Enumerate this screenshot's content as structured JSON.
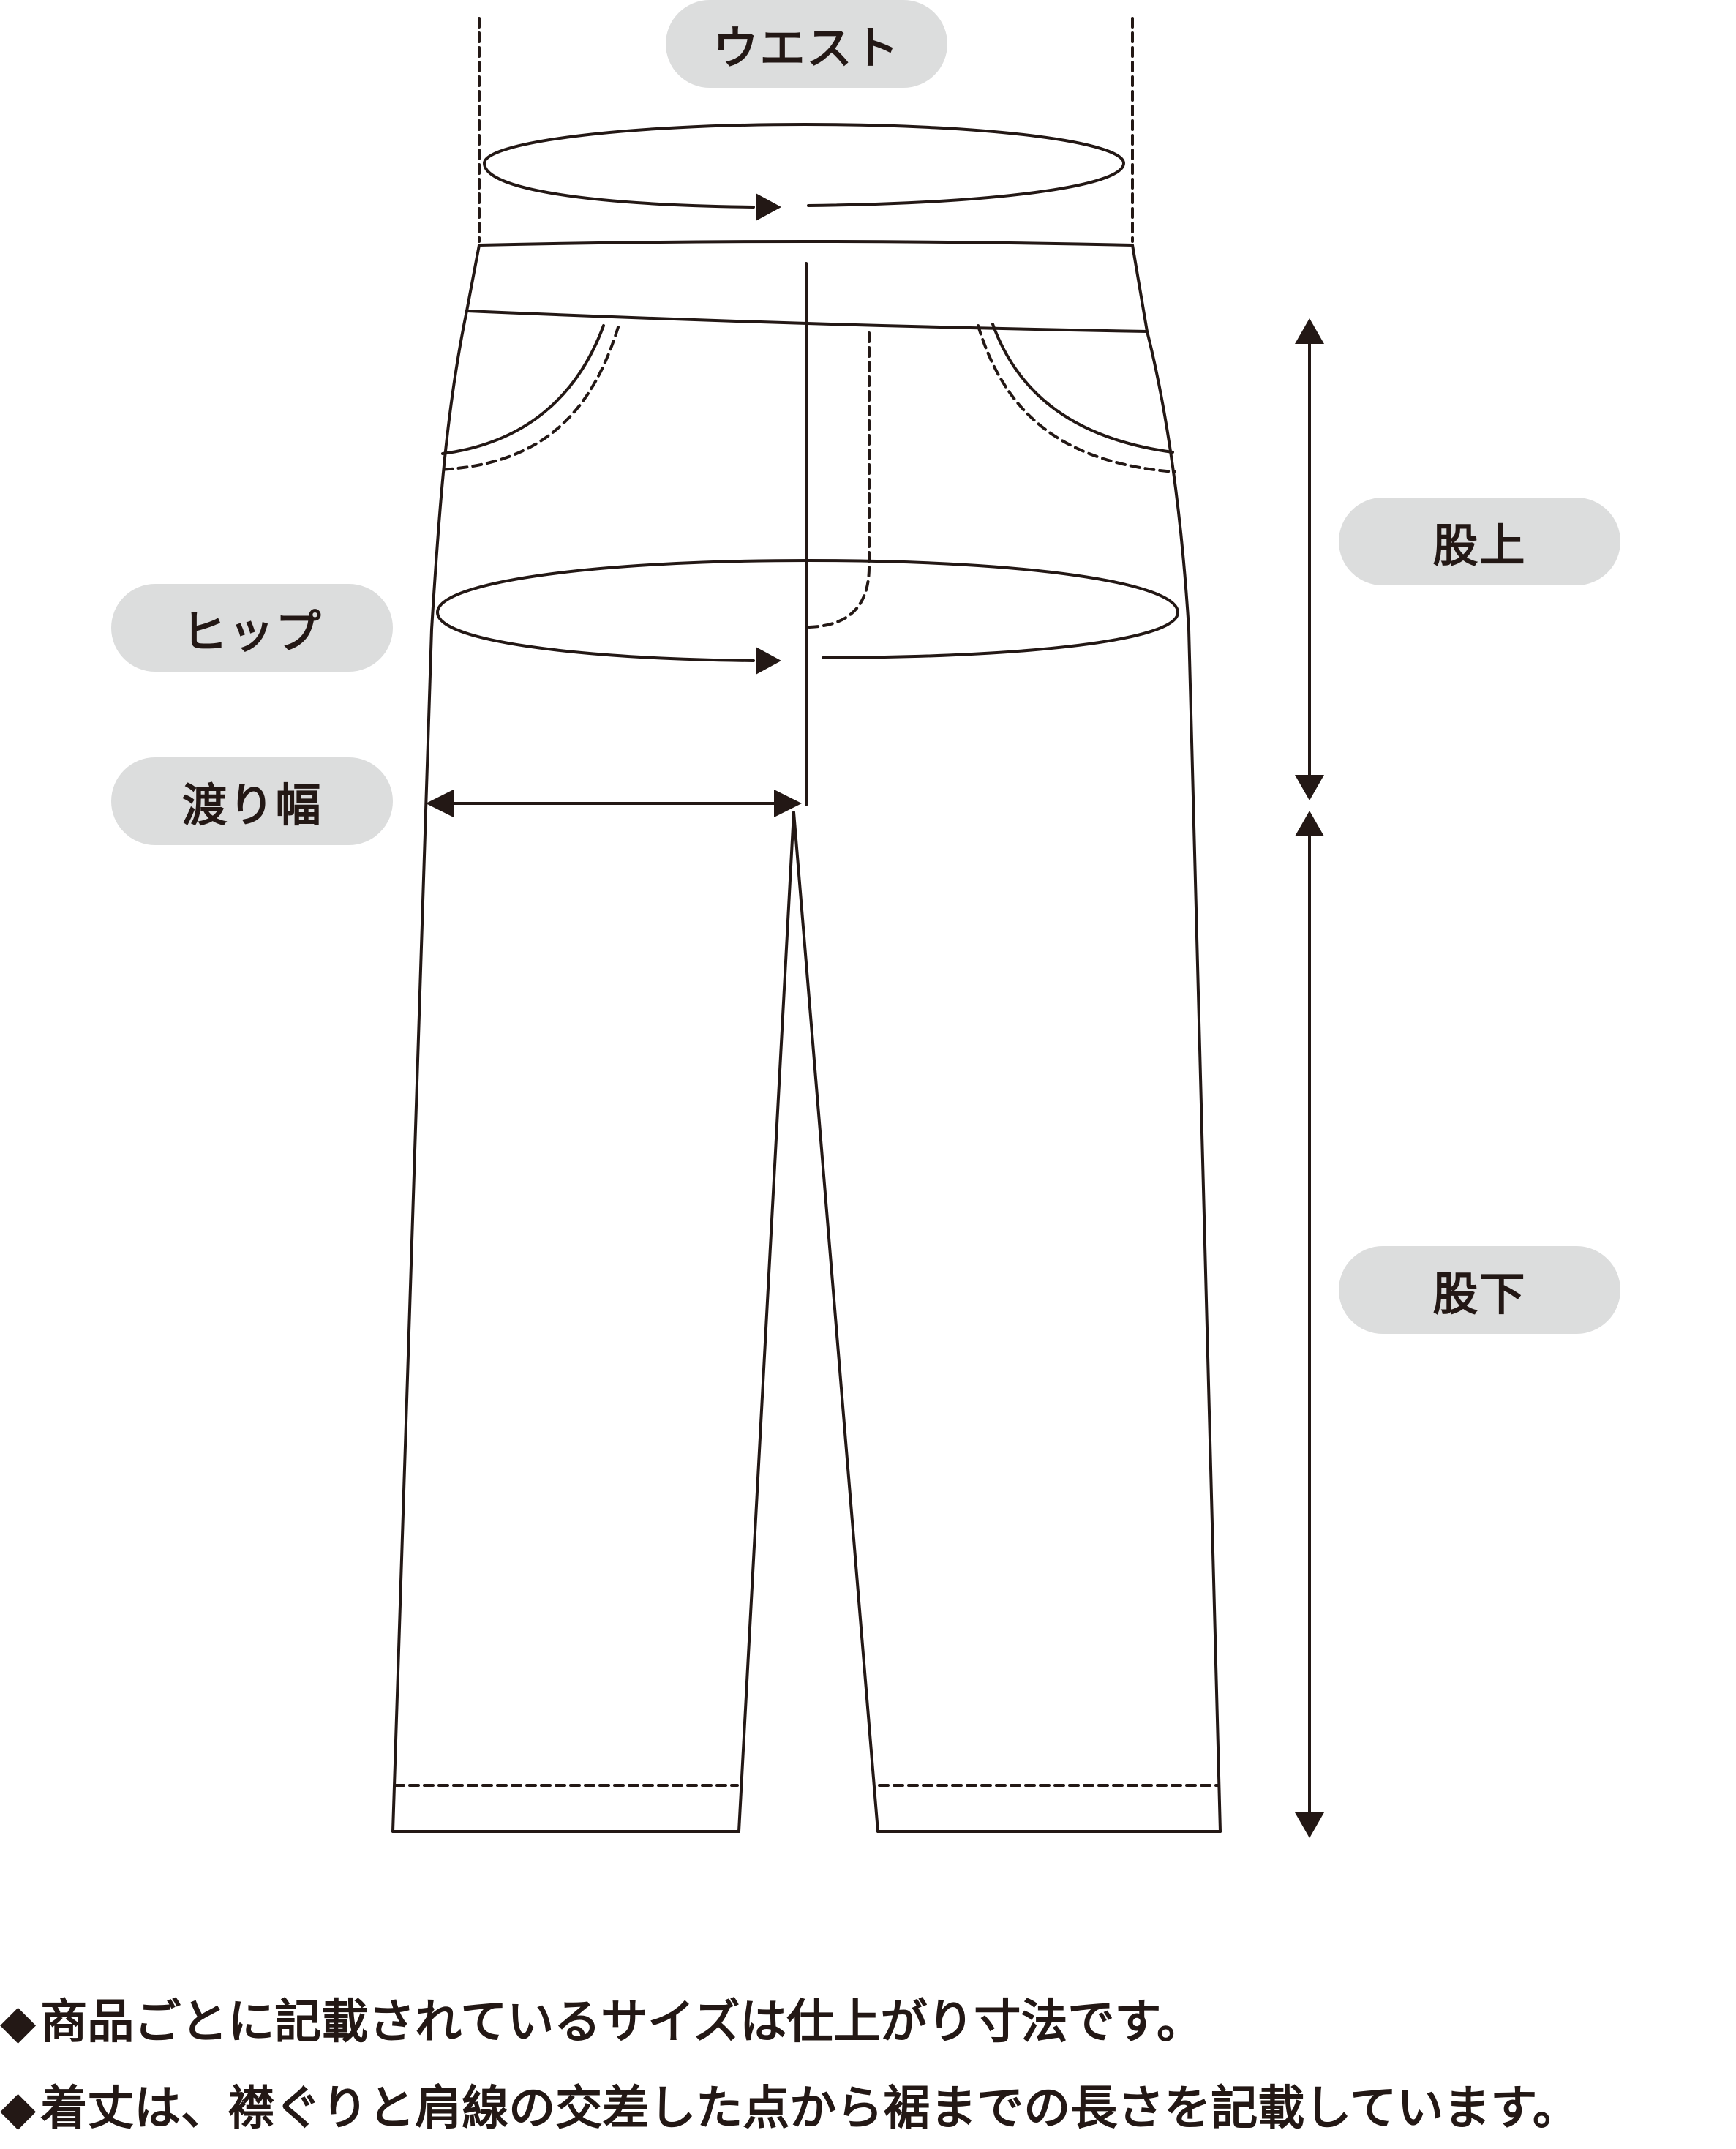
{
  "labels": {
    "waist": "ウエスト",
    "rise": "股上",
    "hip": "ヒップ",
    "thigh": "渡り幅",
    "inseam": "股下"
  },
  "notes": [
    {
      "mark": "◆",
      "text": "商品ごとに記載されているサイズは仕上がり寸法です。"
    },
    {
      "mark": "◆",
      "text": "着丈は、襟ぐりと肩線の交差した点から裾までの長さを記載しています。"
    }
  ],
  "colors": {
    "line": "#231815",
    "pill": "#dcdddd",
    "background": "#ffffff"
  }
}
